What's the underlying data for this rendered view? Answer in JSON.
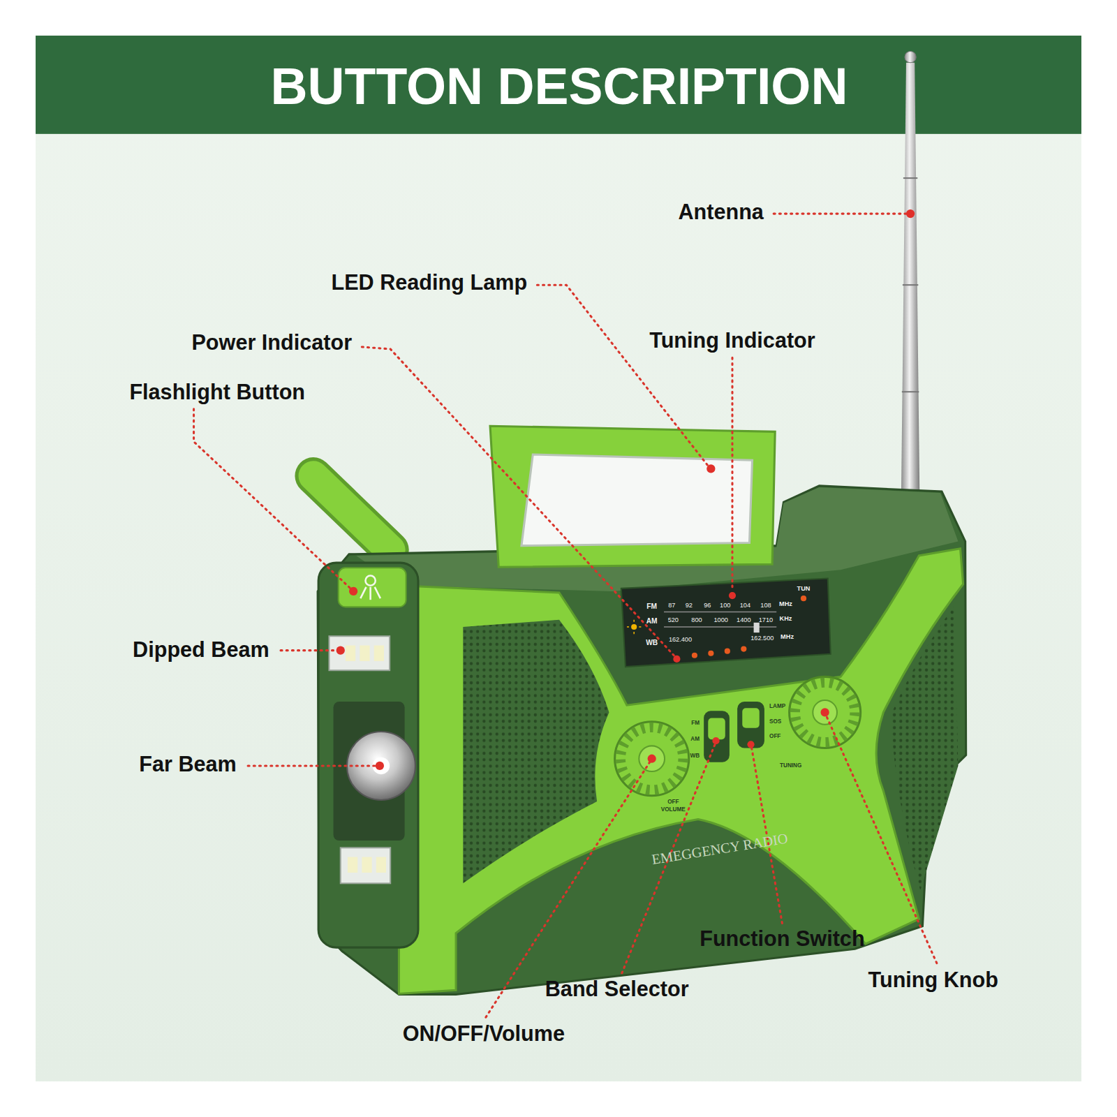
{
  "diagram": {
    "title": "BUTTON DESCRIPTION",
    "labels": [
      "Antenna",
      "LED Reading Lamp",
      "Power Indicator",
      "Tuning Indicator",
      "Flashlight Button",
      "Dipped Beam",
      "Far Beam",
      "Function Switch",
      "Tuning Knob",
      "Band Selector",
      "ON/OFF/Volume",
      "TUN",
      "FM",
      "AM",
      "WB",
      "87",
      "92",
      "96",
      "100",
      "104",
      "108",
      "MHz",
      "520",
      "800",
      "1000",
      "1400",
      "1710",
      "KHz",
      "162.400",
      "162.500",
      "MHz",
      "FM",
      "AM",
      "WB",
      "LAMP",
      "SOS",
      "OFF",
      "OFF",
      "VOLUME",
      "TUNING",
      "EMEGGENCY RADIO"
    ]
  }
}
